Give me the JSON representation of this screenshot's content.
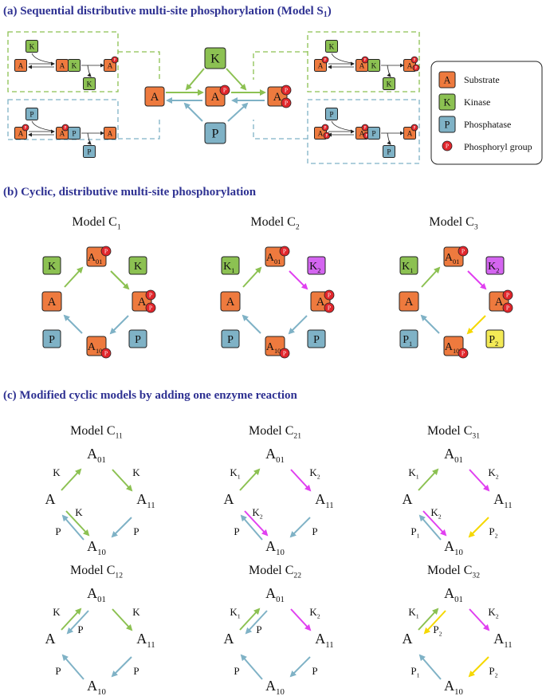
{
  "colors": {
    "title": "#2e3192",
    "substrate": "#ee7a3e",
    "kinase": "#8cc152",
    "kinase2": "#d465f0",
    "phosphatase": "#7fb2c6",
    "phosphatase2": "#f3ea56",
    "phosphoryl": "#e1262c",
    "arrow_green": "#8cc152",
    "arrow_blue": "#7fb2c6",
    "arrow_magenta": "#e040f0",
    "arrow_yellow": "#f5d800"
  },
  "section_a": {
    "label": "(a)",
    "title": "Sequential distributive multi-site phosphorylation (Model S",
    "title_sub": "1",
    "title_end": ")",
    "center": {
      "K": "K",
      "P": "P",
      "A": "A"
    },
    "phospho": "P",
    "legend": [
      {
        "symbol": "A",
        "label": "Substrate",
        "kind": "substrate"
      },
      {
        "symbol": "K",
        "label": "Kinase",
        "kind": "kinase"
      },
      {
        "symbol": "P",
        "label": "Phosphatase",
        "kind": "phosphatase"
      },
      {
        "symbol": "P",
        "label": "Phosphoryl group",
        "kind": "phosphoryl"
      }
    ]
  },
  "section_b": {
    "label": "(b)",
    "title": "Cyclic, distributive multi-site phosphorylation",
    "models": [
      {
        "name": "Model C",
        "sub": "1",
        "tl": "K",
        "tl_sub": "",
        "tr": "K",
        "tr_sub": "",
        "bl": "P",
        "bl_sub": "",
        "br": "P",
        "br_sub": "",
        "tr_kind": "kinase",
        "br_kind": "phosphatase"
      },
      {
        "name": "Model C",
        "sub": "2",
        "tl": "K",
        "tl_sub": "1",
        "tr": "K",
        "tr_sub": "2",
        "bl": "P",
        "bl_sub": "",
        "br": "P",
        "br_sub": "",
        "tr_kind": "kinase2",
        "br_kind": "phosphatase"
      },
      {
        "name": "Model C",
        "sub": "3",
        "tl": "K",
        "tl_sub": "1",
        "tr": "K",
        "tr_sub": "2",
        "bl": "P",
        "bl_sub": "1",
        "br": "P",
        "br_sub": "2",
        "tr_kind": "kinase2",
        "br_kind": "phosphatase2"
      }
    ],
    "nodes": {
      "A": "A",
      "A01_sub": "01",
      "A10_sub": "10"
    }
  },
  "section_c": {
    "label": "(c)",
    "title": "Modified cyclic models by adding one enzyme reaction",
    "nodes": {
      "A": "A",
      "A01": "01",
      "A11": "11",
      "A10": "10"
    },
    "models": [
      {
        "name": "Model C",
        "sub": "11",
        "tl": [
          "K",
          ""
        ],
        "tr": [
          "K",
          ""
        ],
        "bl": [
          "P",
          ""
        ],
        "br": [
          "P",
          ""
        ],
        "extra": {
          "pos": "bl",
          "label": [
            "K",
            ""
          ]
        },
        "tr_color": "green",
        "br_color": "blue"
      },
      {
        "name": "Model C",
        "sub": "21",
        "tl": [
          "K",
          "1"
        ],
        "tr": [
          "K",
          "2"
        ],
        "bl": [
          "P",
          ""
        ],
        "br": [
          "P",
          ""
        ],
        "extra": {
          "pos": "bl",
          "label": [
            "K",
            "2"
          ]
        },
        "tr_color": "magenta",
        "br_color": "blue"
      },
      {
        "name": "Model C",
        "sub": "31",
        "tl": [
          "K",
          "1"
        ],
        "tr": [
          "K",
          "2"
        ],
        "bl": [
          "P",
          "1"
        ],
        "br": [
          "P",
          "2"
        ],
        "extra": {
          "pos": "bl",
          "label": [
            "K",
            "2"
          ]
        },
        "tr_color": "magenta",
        "br_color": "yellow"
      },
      {
        "name": "Model C",
        "sub": "12",
        "tl": [
          "K",
          ""
        ],
        "tr": [
          "K",
          ""
        ],
        "bl": [
          "P",
          ""
        ],
        "br": [
          "P",
          ""
        ],
        "extra": {
          "pos": "tl",
          "label": [
            "P",
            ""
          ]
        },
        "tr_color": "green",
        "br_color": "blue"
      },
      {
        "name": "Model C",
        "sub": "22",
        "tl": [
          "K",
          "1"
        ],
        "tr": [
          "K",
          "2"
        ],
        "bl": [
          "P",
          ""
        ],
        "br": [
          "P",
          ""
        ],
        "extra": {
          "pos": "tl",
          "label": [
            "P",
            ""
          ]
        },
        "tr_color": "magenta",
        "br_color": "blue"
      },
      {
        "name": "Model C",
        "sub": "32",
        "tl": [
          "K",
          "1"
        ],
        "tr": [
          "K",
          "2"
        ],
        "bl": [
          "P",
          "1"
        ],
        "br": [
          "P",
          "2"
        ],
        "extra": {
          "pos": "tl",
          "label": [
            "P",
            "2"
          ]
        },
        "tr_color": "magenta",
        "br_color": "yellow"
      }
    ]
  }
}
